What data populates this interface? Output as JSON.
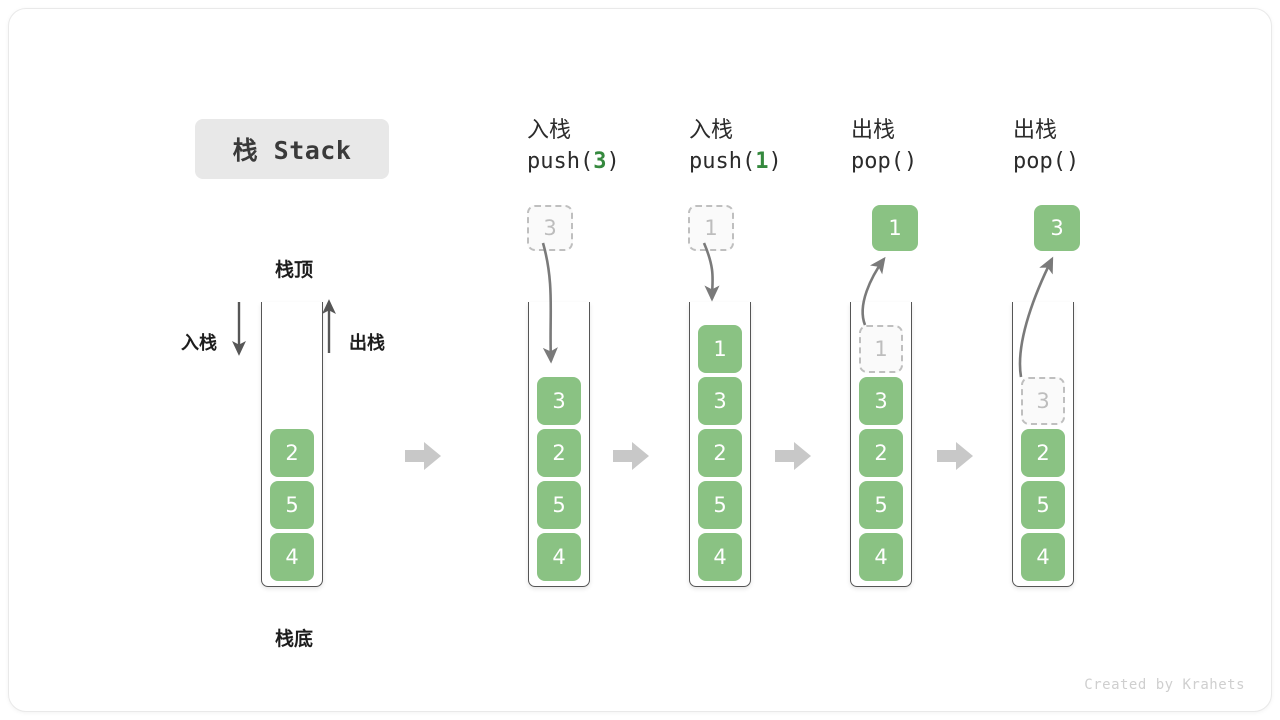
{
  "title": {
    "label": "栈 Stack"
  },
  "legend": {
    "top_label": "栈顶",
    "bottom_label": "栈底",
    "push_label": "入栈",
    "pop_label": "出栈"
  },
  "footer": {
    "credit": "Created by Krahets"
  },
  "colors": {
    "cell_green": "#8ac283",
    "ghost_border": "#bfbfbf",
    "ghost_fill": "#fafafa",
    "rail": "#565656",
    "flow_arrow": "#c8c8c8",
    "motion_arrow": "#7a7a7a",
    "code_arg_green": "#35893e",
    "title_pill_bg": "#e8e8e8"
  },
  "steps": [
    {
      "id": "initial",
      "heading_cn": "",
      "heading_code": "",
      "cells_top_to_bottom": [
        "2",
        "5",
        "4"
      ],
      "cell_states": [
        "solid",
        "solid",
        "solid"
      ],
      "float_cell": null
    },
    {
      "id": "push-3",
      "heading_cn": "入栈",
      "heading_code": "push(3)",
      "heading_arg": "3",
      "cells_top_to_bottom": [
        "3",
        "2",
        "5",
        "4"
      ],
      "cell_states": [
        "solid",
        "solid",
        "solid",
        "solid"
      ],
      "float_cell": {
        "value": "3",
        "state": "ghost",
        "direction": "in"
      }
    },
    {
      "id": "push-1",
      "heading_cn": "入栈",
      "heading_code": "push(1)",
      "heading_arg": "1",
      "cells_top_to_bottom": [
        "1",
        "3",
        "2",
        "5",
        "4"
      ],
      "cell_states": [
        "solid",
        "solid",
        "solid",
        "solid",
        "solid"
      ],
      "float_cell": {
        "value": "1",
        "state": "ghost",
        "direction": "in"
      }
    },
    {
      "id": "pop-1",
      "heading_cn": "出栈",
      "heading_code": "pop()",
      "heading_arg": "",
      "cells_top_to_bottom": [
        "1",
        "3",
        "2",
        "5",
        "4"
      ],
      "cell_states": [
        "ghost",
        "solid",
        "solid",
        "solid",
        "solid"
      ],
      "float_cell": {
        "value": "1",
        "state": "solid",
        "direction": "out"
      }
    },
    {
      "id": "pop-3",
      "heading_cn": "出栈",
      "heading_code": "pop()",
      "heading_arg": "",
      "cells_top_to_bottom": [
        "3",
        "2",
        "5",
        "4"
      ],
      "cell_states": [
        "ghost",
        "solid",
        "solid",
        "solid"
      ],
      "float_cell": {
        "value": "3",
        "state": "solid",
        "direction": "out"
      }
    }
  ],
  "flow_arrows": {
    "count": 4,
    "glyph": "arrow-right"
  }
}
